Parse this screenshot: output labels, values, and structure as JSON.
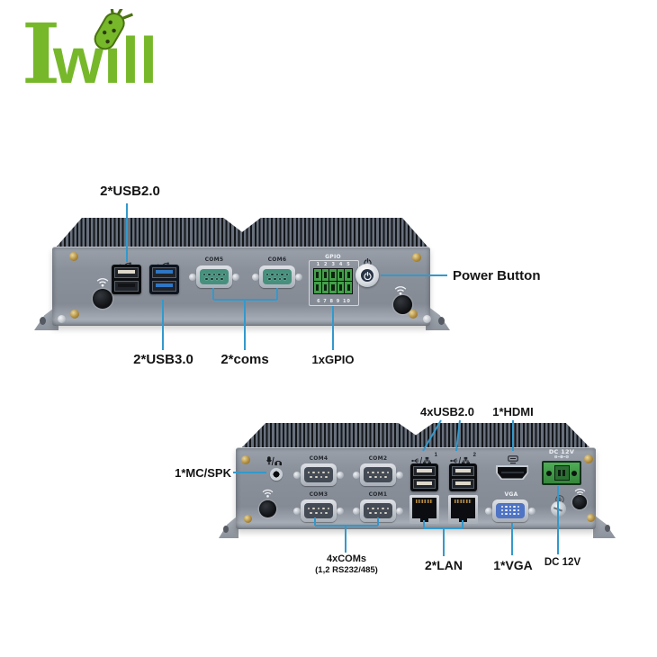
{
  "logo": {
    "brand": "Iwill",
    "display_left": "I",
    "display_right": "wıll",
    "color": "#76b82a"
  },
  "colors": {
    "leader_line": "#3399cc",
    "logo_green": "#76b82a",
    "case_gray": "#8b919b",
    "usb3_blue": "#2f76c4",
    "com_teal": "#47907e",
    "gpio_green": "#43a04a",
    "dc_green": "#43a047",
    "vga_blue": "#4f74c4"
  },
  "top_device": {
    "name": "front-panel",
    "ports": {
      "com_left_label": "COM5",
      "com_right_label": "COM6",
      "gpio_title": "GPIO",
      "gpio_numbers_top": "1 2 3 4 5",
      "gpio_numbers_bottom": "6 7 8 9 10"
    },
    "callouts": {
      "usb2": "2*USB2.0",
      "usb3": "2*USB3.0",
      "coms": "2*coms",
      "gpio": "1xGPIO",
      "power": "Power Button"
    }
  },
  "bottom_device": {
    "name": "rear-panel",
    "ports": {
      "com_top_left_label": "COM4",
      "com_top_right_label": "COM2",
      "com_bottom_left_label": "COM3",
      "com_bottom_right_label": "COM1",
      "usb_lan_group1_num": "1",
      "usb_lan_group2_num": "2",
      "vga_label": "VGA",
      "dc_label": "DC 12V",
      "dc_polarity": "⊖-⊕-⊝"
    },
    "callouts": {
      "mic_spk": "1*MC/SPK",
      "usb": "4xUSB2.0",
      "hdmi": "1*HDMI",
      "coms_line1": "4xCOMs",
      "coms_line2": "(1,2 RS232/485)",
      "lan": "2*LAN",
      "vga": "1*VGA",
      "dc": "DC 12V"
    }
  }
}
